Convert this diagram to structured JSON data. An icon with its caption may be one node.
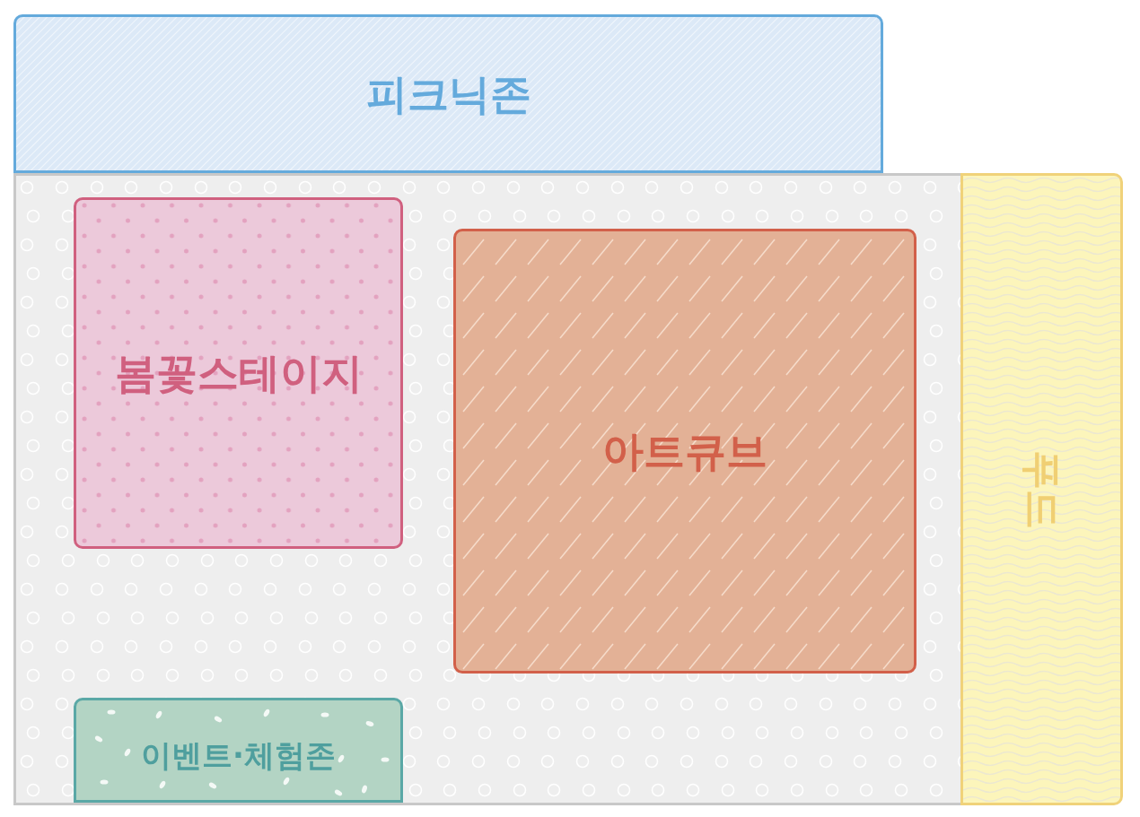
{
  "diagram": {
    "nodes": [
      {
        "text": [
          "피크닉존"
        ]
      },
      {
        "text": [],
        "shape": "box"
      },
      {
        "text": [
          "봄꽃스테이지"
        ],
        "in": 1
      },
      {
        "text": [
          "아트큐브"
        ],
        "in": 1
      },
      {
        "text": [
          "이벤트·체험존"
        ],
        "in": 1
      },
      {
        "text": [
          "푸드"
        ]
      }
    ]
  }
}
